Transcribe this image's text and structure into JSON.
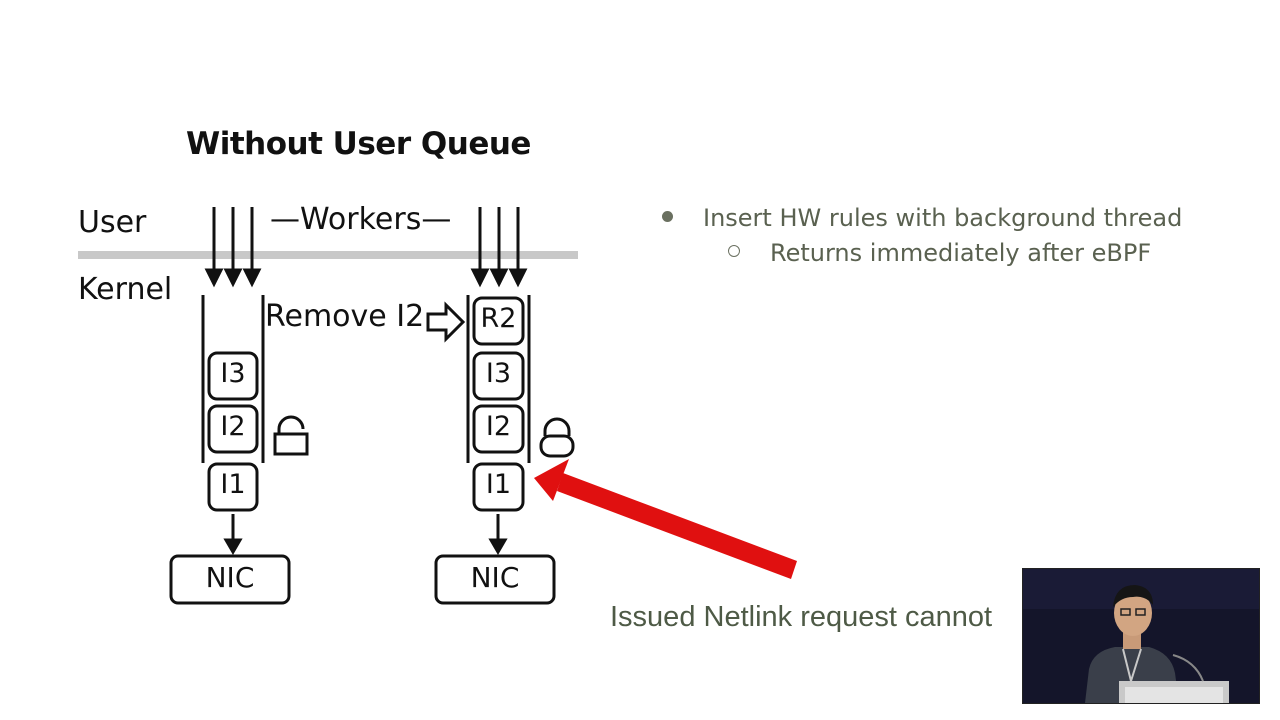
{
  "slide": {
    "title": "Without User Queue",
    "user_label": "User",
    "kernel_label": "Kernel",
    "workers_label": "—Workers—",
    "remove_label": "Remove I2",
    "left_queue": [
      "I3",
      "I2",
      "I1"
    ],
    "right_queue": [
      "R2",
      "I3",
      "I2",
      "I1"
    ],
    "nic_left": "NIC",
    "nic_right": "NIC",
    "bullets": [
      {
        "text": "Insert HW rules with background thread",
        "level": 1
      },
      {
        "text": "Returns immediately after eBPF",
        "level": 2
      }
    ],
    "annotation": "Issued Netlink request cannot"
  },
  "colors": {
    "divider": "#c8c8c8",
    "bullet_text": "#5a6150",
    "annotation_text": "#4e5a46",
    "red_arrow": "#e01010"
  },
  "icons": [
    "lock-icon-open",
    "lock-icon-closed",
    "hollow-arrow-icon",
    "red-arrow"
  ],
  "video_overlay": {
    "description": "presenter-webcam"
  }
}
